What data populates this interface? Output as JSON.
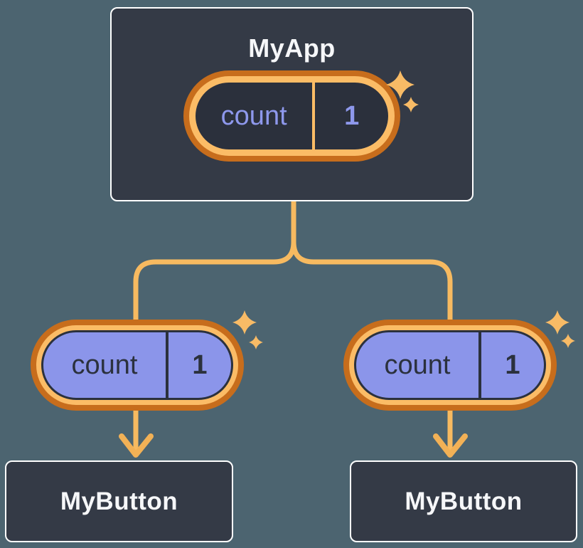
{
  "diagram": {
    "title_root": "MyApp",
    "root": {
      "title": "MyApp",
      "state": {
        "name": "count",
        "value": "1"
      }
    },
    "children": [
      {
        "title": "MyButton",
        "prop": {
          "name": "count",
          "value": "1"
        }
      },
      {
        "title": "MyButton",
        "prop": {
          "name": "count",
          "value": "1"
        }
      }
    ],
    "colors": {
      "background": "#4C6470",
      "node_fill": "#343A46",
      "node_border": "#FFFFFF",
      "ring_orange_dark": "#C76D1C",
      "ring_orange_light": "#FBBC66",
      "connector_orange": "#F7BA60",
      "prop_pill_purple": "#8B95EA",
      "state_text_periwinkle": "#8E98EC",
      "dark_text": "#2B313D",
      "light_text": "#F6F7F9",
      "sparkle": "#F8BB66"
    }
  }
}
